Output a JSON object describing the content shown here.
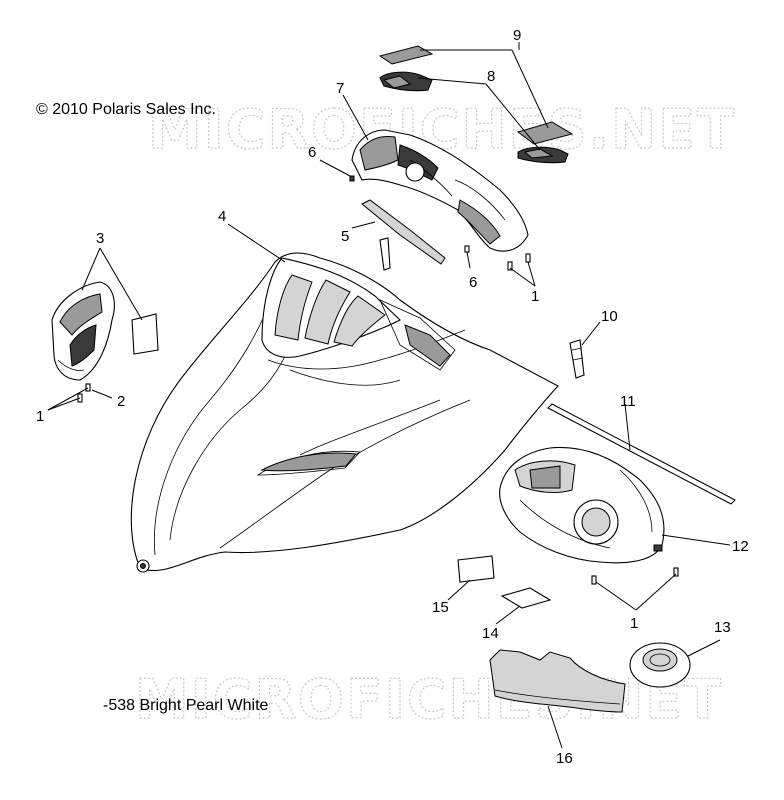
{
  "copyright": "© 2010 Polaris Sales Inc.",
  "color_note": "-538 Bright Pearl White",
  "watermarks": [
    "MICROFICHES.NET",
    "MICROFICHES.NET"
  ],
  "callouts": {
    "c1a": "1",
    "c1b": "1",
    "c1c": "1",
    "c2": "2",
    "c3": "3",
    "c4": "4",
    "c5": "5",
    "c6a": "6",
    "c6b": "6",
    "c7": "7",
    "c8": "8",
    "c9": "9",
    "c10": "10",
    "c11": "11",
    "c12": "12",
    "c13": "13",
    "c14": "14",
    "c15": "15",
    "c16": "16"
  }
}
